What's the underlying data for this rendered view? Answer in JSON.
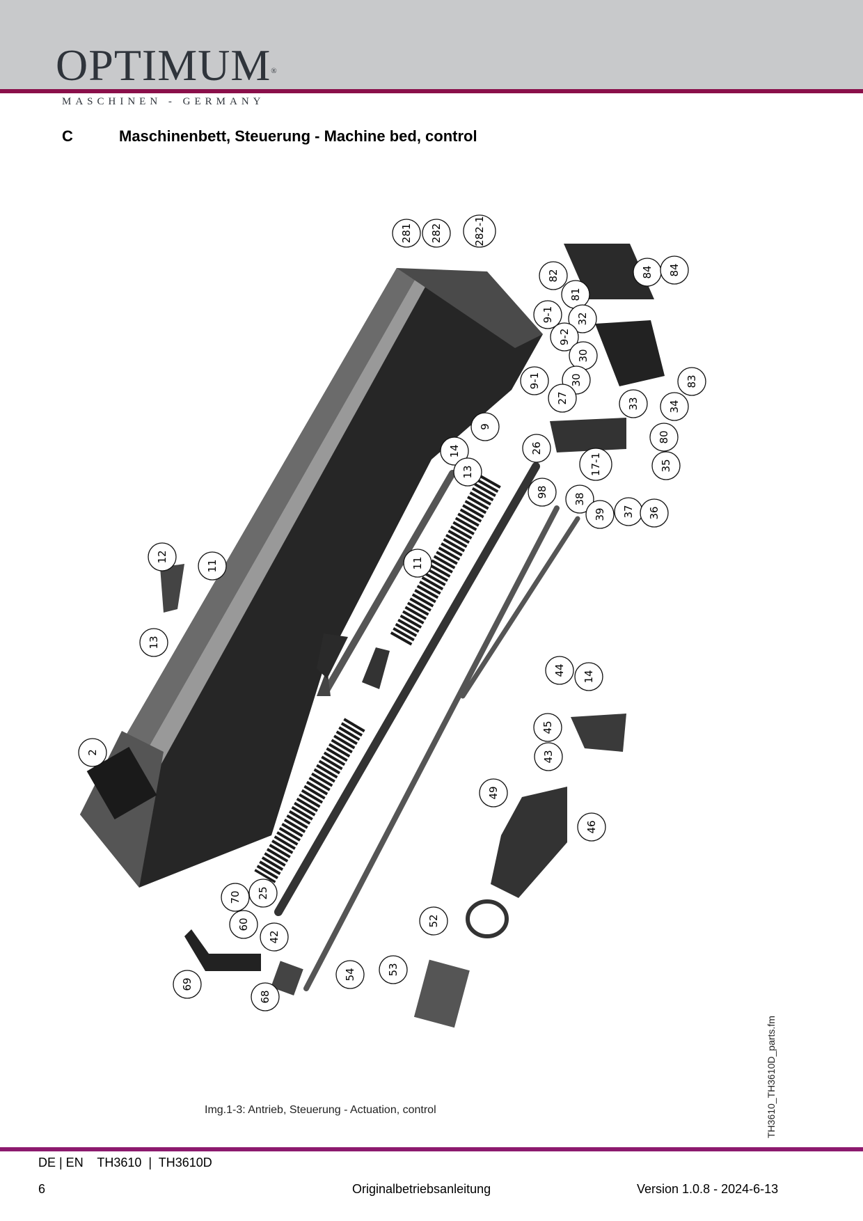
{
  "header": {
    "logo": "OPTIMUM",
    "registered": "®",
    "tagline": "MASCHINEN - GERMANY"
  },
  "section": {
    "letter": "C",
    "title": "Maschinenbett, Steuerung - Machine bed, control"
  },
  "figure": {
    "caption": "Img.1-3:   Antrieb, Steuerung - Actuation, control",
    "side_ref": "TH3610_TH3610D_parts.fm",
    "part_labels": [
      "281",
      "282",
      "282-1",
      "82",
      "84",
      "84",
      "81",
      "9-1",
      "32",
      "9-2",
      "30",
      "30",
      "83",
      "9-1",
      "27",
      "33",
      "34",
      "9",
      "80",
      "26",
      "14",
      "13",
      "17-1",
      "35",
      "98",
      "38",
      "39",
      "37",
      "36",
      "12",
      "11",
      "11",
      "13",
      "44",
      "14",
      "45",
      "2",
      "43",
      "49",
      "46",
      "25",
      "70",
      "60",
      "52",
      "42",
      "53",
      "54",
      "69",
      "68"
    ]
  },
  "footer": {
    "models": "DE | EN    TH3610  |  TH3610D",
    "page": "6",
    "doc_type": "Originalbetriebsanleitung",
    "version": "Version 1.0.8 - 2024-6-13"
  },
  "colors": {
    "accent": "#8a0f4a",
    "header_bg": "#c8c9cb"
  }
}
